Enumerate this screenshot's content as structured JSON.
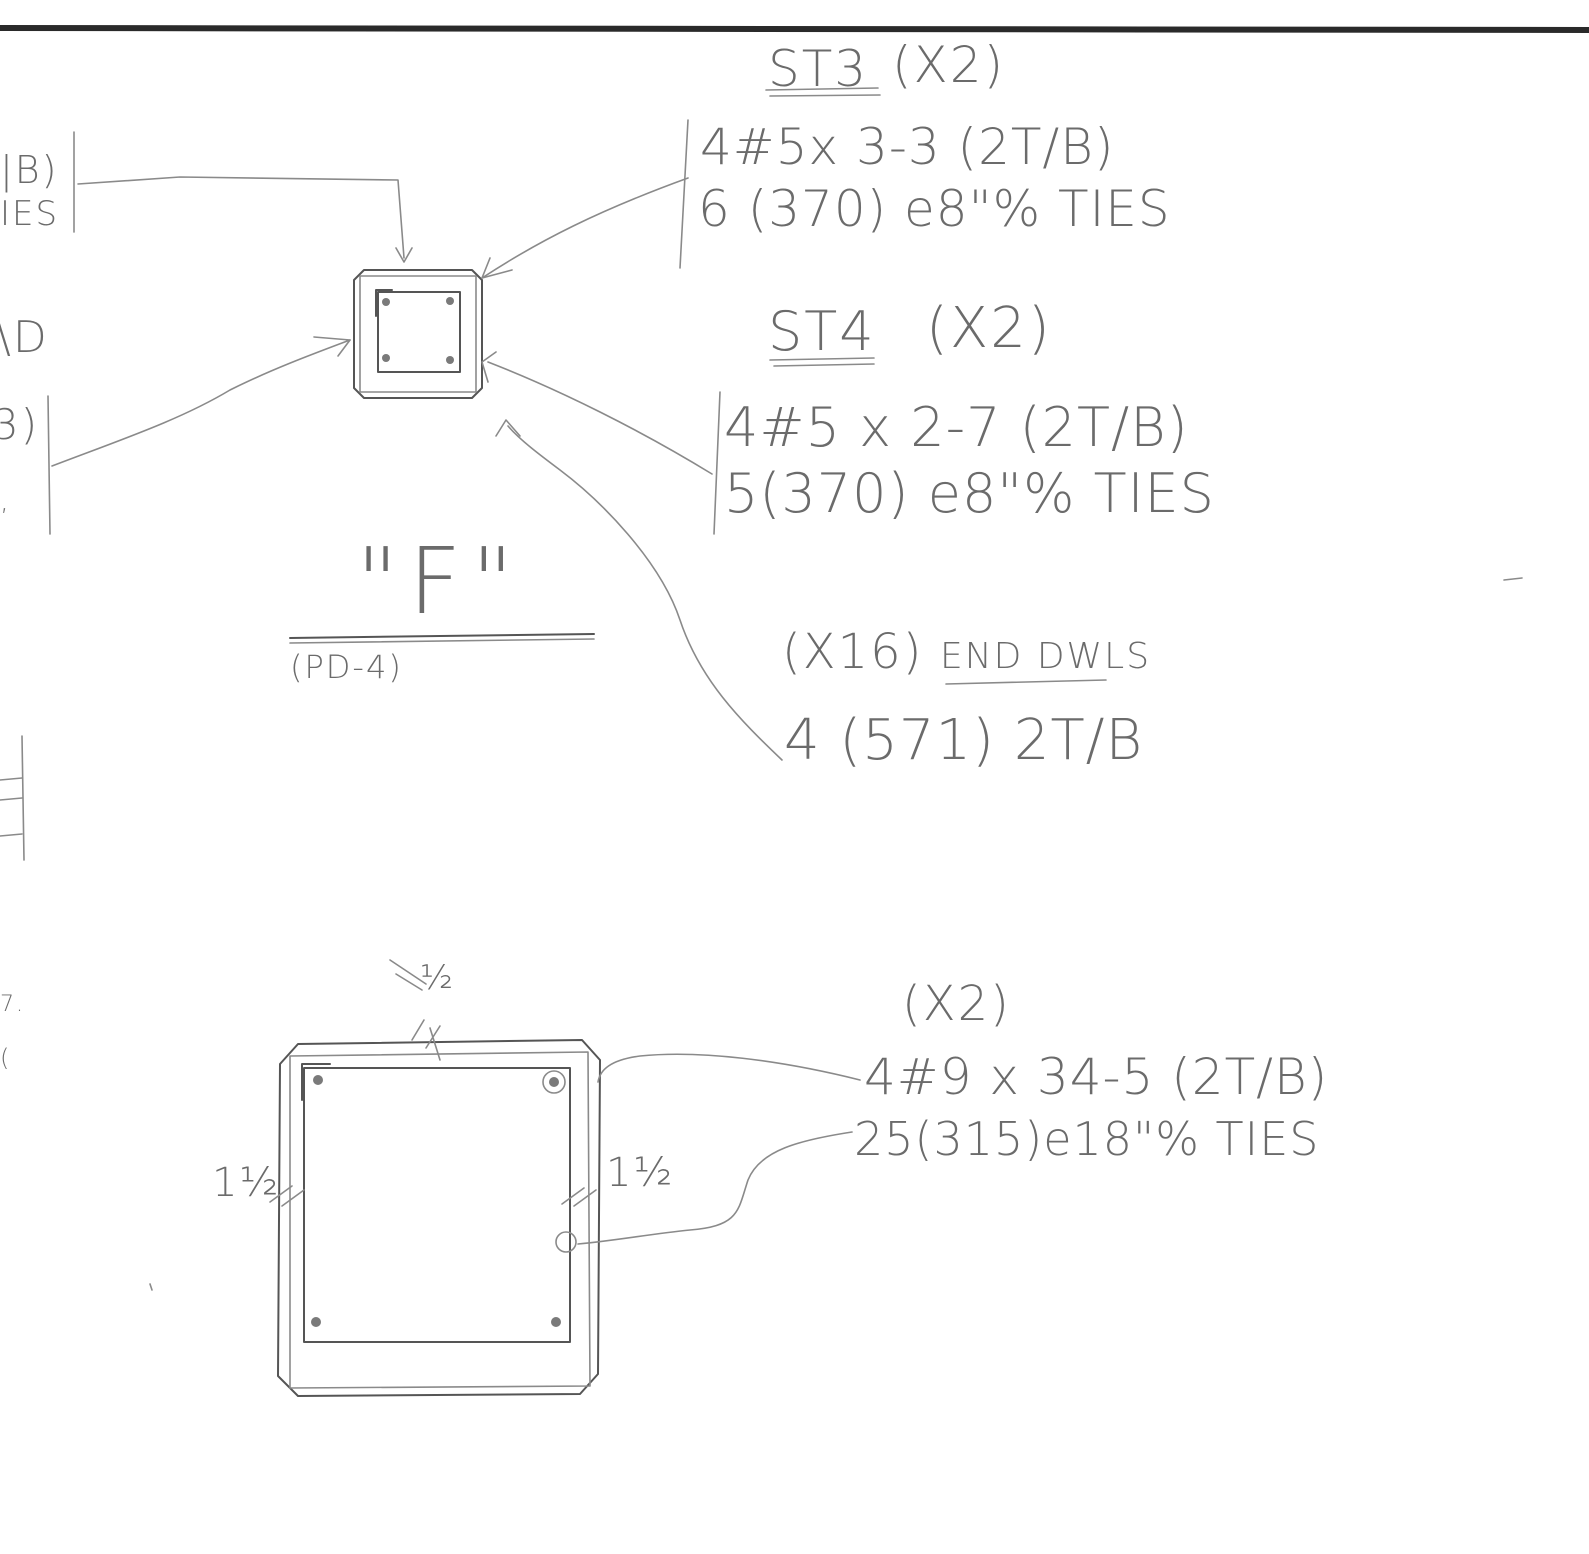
{
  "top_left": {
    "frag1": "|B)",
    "frag2": "IES",
    "frag3": "\\D",
    "frag4": "3)",
    "frag5": ",",
    "frag6": "7.",
    "frag7": "("
  },
  "detail_F": {
    "title": "\"F\"",
    "sheet_ref": "(PD-4)"
  },
  "callouts": {
    "st3": {
      "label": "ST3",
      "qty": "(X2)",
      "line1": "4#5x 3-3 (2T/B)",
      "line2": "6 (370) e8\"% TIES"
    },
    "st4": {
      "label": "ST4",
      "qty": "(X2)",
      "line1": "4#5 x 2-7 (2T/B)",
      "line2": "5(370) e8\"% TIES"
    },
    "end_dowels": {
      "qty": "(X16)",
      "label": "END DWLS",
      "line1": "4 (571) 2T/B"
    }
  },
  "section_large": {
    "qty": "(X2)",
    "line1": "4#9 x 34-5 (2T/B)",
    "line2": "25(315)e18\"% TIES",
    "dim_left": "1½",
    "dim_right": "1½",
    "dim_top": "½"
  }
}
